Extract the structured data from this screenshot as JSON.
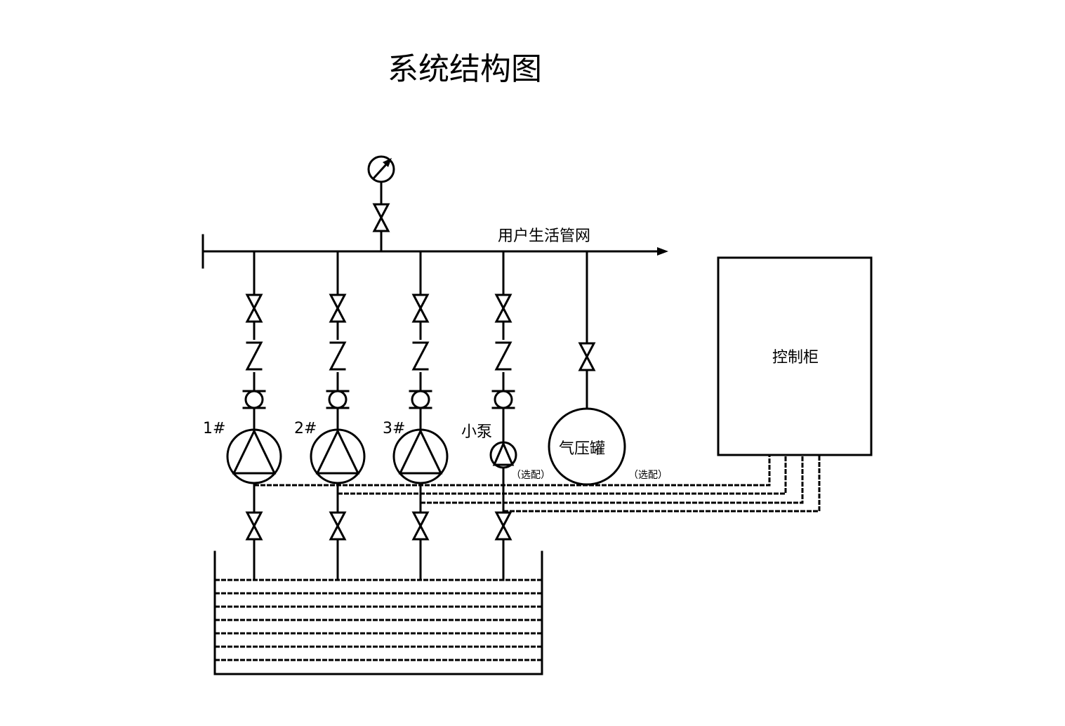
{
  "diagram": {
    "title": "系统结构图",
    "main_pipe_label": "用户生活管网",
    "control_cabinet_label": "控制柜",
    "pressure_tank_label": "气压罐",
    "small_pump_label": "小泵",
    "optional_note_pump": "（选配）",
    "optional_note_tank": "（选配）",
    "pumps": [
      {
        "id": "1",
        "label": "1#"
      },
      {
        "id": "2",
        "label": "2#"
      },
      {
        "id": "3",
        "label": "3#"
      }
    ]
  }
}
